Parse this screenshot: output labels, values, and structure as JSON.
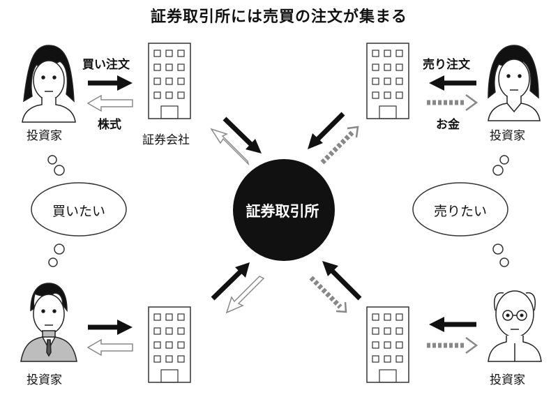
{
  "title": "証券取引所には売買の注文が集まる",
  "center": {
    "label": "証券取引所"
  },
  "buy_side": {
    "order_label": "買い注文",
    "stock_label": "株式",
    "broker_label": "証券会社",
    "thought": "買いたい",
    "investor_top": "投資家",
    "investor_bottom": "投資家"
  },
  "sell_side": {
    "order_label": "売り注文",
    "money_label": "お金",
    "thought": "売りたい",
    "investor_top": "投資家",
    "investor_bottom": "投資家"
  },
  "colors": {
    "black": "#111111",
    "gray_dotted": "#8a8a8a",
    "outline": "#8a8a8a",
    "skin": "#ffffff",
    "suit": "#bdbdbd"
  }
}
